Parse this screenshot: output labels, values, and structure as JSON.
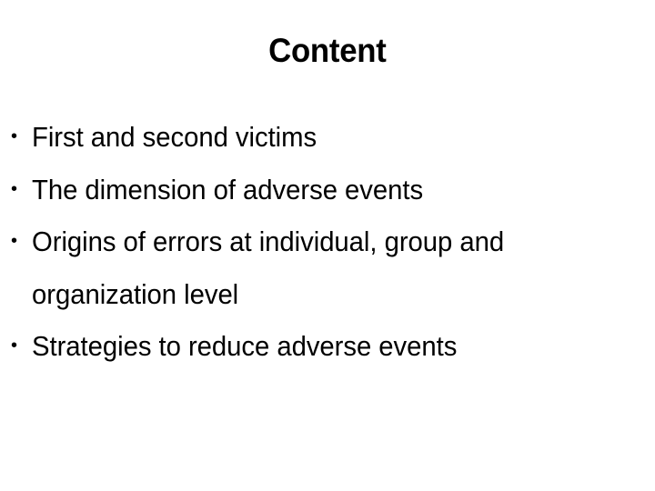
{
  "slide": {
    "title": "Content",
    "background_color": "#ffffff",
    "text_color": "#000000",
    "bullet_glyph": "•",
    "bullets": [
      {
        "text": "First and second victims"
      },
      {
        "text": "The dimension of adverse events"
      },
      {
        "text": "Origins of errors at individual, group and organization level"
      },
      {
        "text": "Strategies to reduce adverse events"
      }
    ]
  }
}
